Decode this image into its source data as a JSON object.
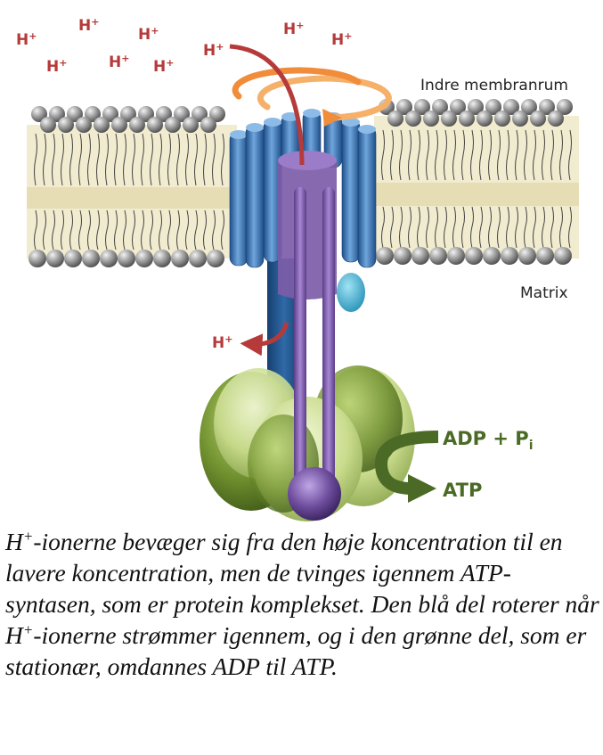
{
  "labels": {
    "h_ion_base": "H",
    "h_ion_charge": "+",
    "inner_membrane_space": "Indre membranrum",
    "matrix": "Matrix",
    "adp_pi_main": "ADP + P",
    "adp_pi_sub": "i",
    "atp": "ATP"
  },
  "caption": {
    "part1": "-ionerne bevæger sig fra den høje koncentration til en lavere koncentration, men de tvinges igennem ATP-syntasen, som er protein komplekset. Den blå del roterer når ",
    "part2": "-ionerne strømmer igennem, og i den grønne del, som er stationær, omdannes ADP til ATP."
  },
  "colors": {
    "proton": "#b63a3a",
    "rotor_blue": "#3c7fc3",
    "stalk_purple": "#7c5ca8",
    "head_green": "#7f9c3c",
    "arrow_green": "#4a6a25",
    "arrow_orange": "#f08c3a",
    "membrane_bead": "#8f8f8f",
    "membrane_fill": "#f1ebcf"
  }
}
